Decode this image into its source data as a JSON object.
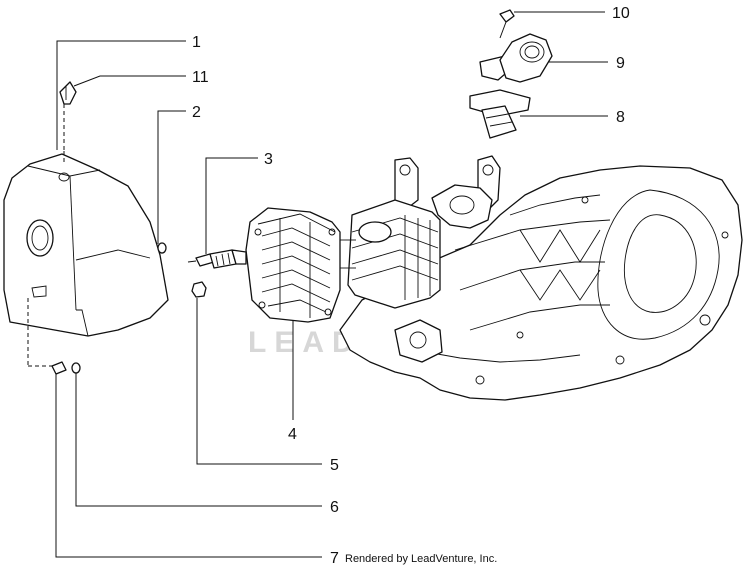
{
  "watermark": "LEADVENTURE",
  "credit": "Rendered by LeadVenture, Inc.",
  "callouts": [
    {
      "id": "1",
      "label": "1"
    },
    {
      "id": "2",
      "label": "2"
    },
    {
      "id": "3",
      "label": "3"
    },
    {
      "id": "4",
      "label": "4"
    },
    {
      "id": "5",
      "label": "5"
    },
    {
      "id": "6",
      "label": "6"
    },
    {
      "id": "7",
      "label": "7"
    },
    {
      "id": "8",
      "label": "8"
    },
    {
      "id": "9",
      "label": "9"
    },
    {
      "id": "10",
      "label": "10"
    },
    {
      "id": "11",
      "label": "11"
    }
  ]
}
